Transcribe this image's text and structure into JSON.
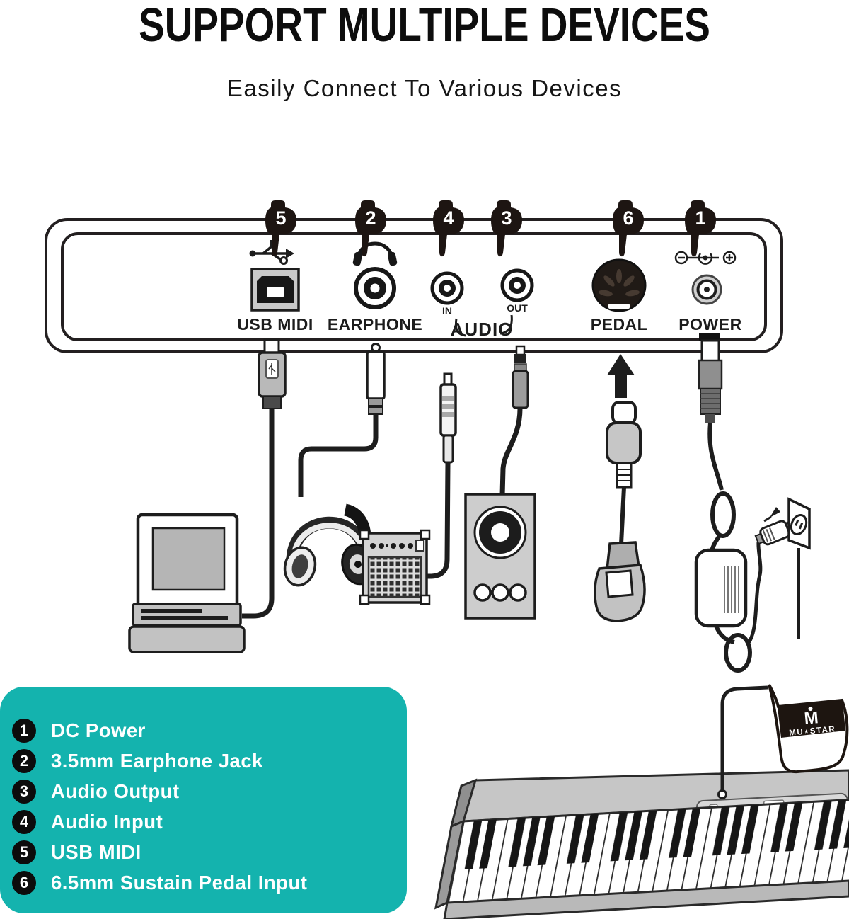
{
  "title": "SUPPORT MULTIPLE DEVICES",
  "subtitle": "Easily Connect To Various Devices",
  "panel": {
    "tags": {
      "usb": "5",
      "earphone": "2",
      "audio_in": "4",
      "audio_out": "3",
      "pedal": "6",
      "power": "1"
    },
    "labels": {
      "usb_midi": "USB MIDI",
      "earphone": "EARPHONE",
      "audio_in": "IN",
      "audio_out": "OUT",
      "audio_group": "AUDIO",
      "pedal": "PEDAL",
      "power": "POWER"
    }
  },
  "legend": {
    "bg_color": "#14b3ae",
    "items": [
      {
        "num": "1",
        "label": "DC Power"
      },
      {
        "num": "2",
        "label": "3.5mm Earphone Jack"
      },
      {
        "num": "3",
        "label": "Audio Output"
      },
      {
        "num": "4",
        "label": "Audio Input"
      },
      {
        "num": "5",
        "label": "USB MIDI"
      },
      {
        "num": "6",
        "label": "6.5mm Sustain Pedal Input"
      }
    ]
  },
  "pedal_brand": {
    "icon_letter": "M",
    "name": "MU⋆STAR"
  },
  "colors": {
    "teal": "#14b3ae",
    "ink": "#1d1d1d"
  }
}
